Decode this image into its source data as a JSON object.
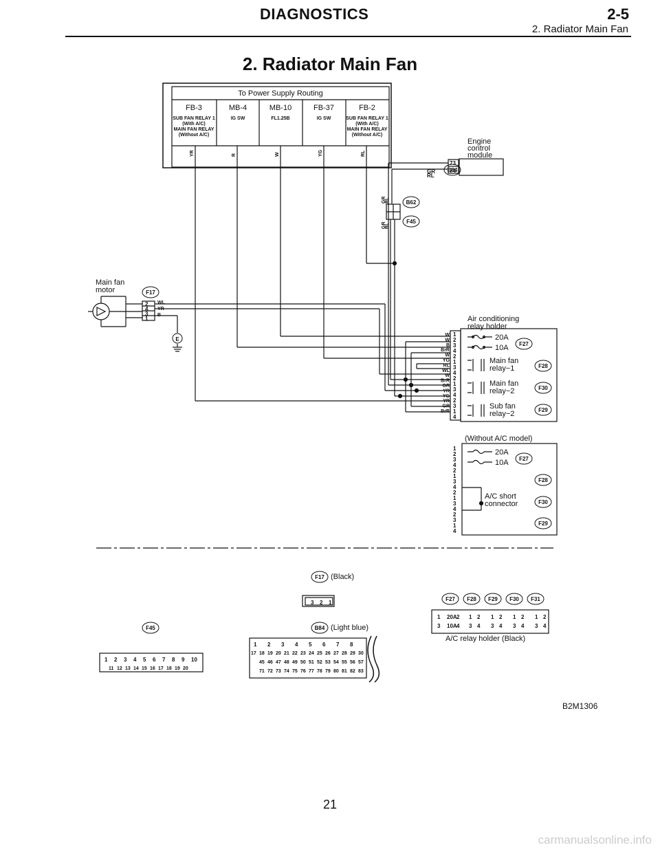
{
  "header": {
    "section": "DIAGNOSTICS",
    "section_number": "2-5",
    "subtitle": "2. Radiator Main Fan"
  },
  "title": "2. Radiator Main Fan",
  "power_box": {
    "title": "To Power Supply Routing",
    "columns": [
      {
        "id": "FB-3",
        "lines": [
          "SUB FAN RELAY 1",
          "(With A/C)",
          "MAIN FAN RELAY",
          "(Without A/C)"
        ]
      },
      {
        "id": "MB-4",
        "lines": [
          "IG SW"
        ]
      },
      {
        "id": "MB-10",
        "lines": [
          "FL1.25B"
        ]
      },
      {
        "id": "FB-37",
        "lines": [
          "IG SW"
        ]
      },
      {
        "id": "FB-2",
        "lines": [
          "SUB FAN RELAY 1",
          "(With A/C)",
          "MAIN FAN RELAY",
          "(Without A/C)"
        ]
      }
    ],
    "wire_colors": [
      "YR",
      "R",
      "W",
      "YG",
      "RL"
    ]
  },
  "ecm": {
    "label": [
      "Engine",
      "control",
      "module"
    ],
    "connector": "B84",
    "pins": [
      "73",
      "74"
    ],
    "wires": [
      "GR",
      "RL"
    ]
  },
  "junction": {
    "connectors": [
      "B62",
      "F45"
    ],
    "wires_top": [
      "GR",
      "RL"
    ],
    "wires_bottom": [
      "GR",
      "RL"
    ]
  },
  "motor": {
    "label": [
      "Main fan",
      "motor"
    ],
    "connector": "F17",
    "pins": [
      "2",
      "4",
      "3",
      "1"
    ],
    "wires": [
      "WL",
      "YR",
      "B"
    ],
    "ground": "E"
  },
  "relay_holder": {
    "label": [
      "Air conditioning",
      "relay holder"
    ],
    "wire_colors": [
      "W",
      "W",
      "B",
      "BrR",
      "W",
      "YG",
      "RL",
      "WL",
      "W",
      "BrR",
      "GR",
      "YR",
      "YG",
      "YR",
      "GR",
      "BrR"
    ],
    "pins": [
      "1",
      "2",
      "3",
      "4",
      "2",
      "1",
      "3",
      "4",
      "2",
      "1",
      "3",
      "4",
      "2",
      "3",
      "1",
      "4"
    ],
    "fuses": [
      "20A",
      "10A"
    ],
    "relays": [
      "Main fan\nrelay−1",
      "Main fan\nrelay−2",
      "Sub fan\nrelay−2"
    ],
    "connectors": [
      "F27",
      "F28",
      "F30",
      "F29"
    ]
  },
  "without_ac": {
    "title": "(Without A/C model)",
    "pins": [
      "1",
      "2",
      "3",
      "4",
      "2",
      "1",
      "3",
      "4",
      "2",
      "1",
      "3",
      "4",
      "2",
      "3",
      "1",
      "4"
    ],
    "fuses": [
      "20A",
      "10A"
    ],
    "short_connector": [
      "A/C short",
      "connector"
    ],
    "connectors": [
      "F27",
      "F28",
      "F30",
      "F29"
    ]
  },
  "connector_views": {
    "f17": {
      "name": "F17",
      "color": "(Black)",
      "pins": [
        "3",
        "2",
        "1"
      ]
    },
    "b84": {
      "name": "B84",
      "color": "(Light blue)",
      "row1": [
        "1",
        "2",
        "3",
        "4",
        "5",
        "6",
        "7",
        "8"
      ],
      "row2": [
        "17",
        "18",
        "19",
        "20",
        "21",
        "22",
        "23",
        "24",
        "25",
        "26",
        "27",
        "28",
        "29",
        "30"
      ],
      "row3": [
        "45",
        "46",
        "47",
        "48",
        "49",
        "50",
        "51",
        "52",
        "53",
        "54",
        "55",
        "56",
        "57"
      ],
      "row4": [
        "71",
        "72",
        "73",
        "74",
        "75",
        "76",
        "77",
        "78",
        "79",
        "80",
        "81",
        "82",
        "83"
      ]
    },
    "f45": {
      "name": "F45",
      "row1": [
        "1",
        "2",
        "3",
        "4",
        "5",
        "6",
        "7",
        "8",
        "9",
        "10"
      ],
      "row2": [
        "11",
        "12",
        "13",
        "14",
        "15",
        "16",
        "17",
        "18",
        "19",
        "20"
      ]
    },
    "relay_holder": {
      "names": [
        "F27",
        "F28",
        "F29",
        "F30",
        "F31"
      ],
      "caption": "A/C relay holder (Black)",
      "f27_pins": [
        "1",
        "20A",
        "2",
        "3",
        "10A",
        "4"
      ],
      "other_pins": [
        "1",
        "2",
        "3",
        "4"
      ]
    }
  },
  "figure_id": "B2M1306",
  "page_number": "21",
  "watermark": "carmanualsonline.info"
}
